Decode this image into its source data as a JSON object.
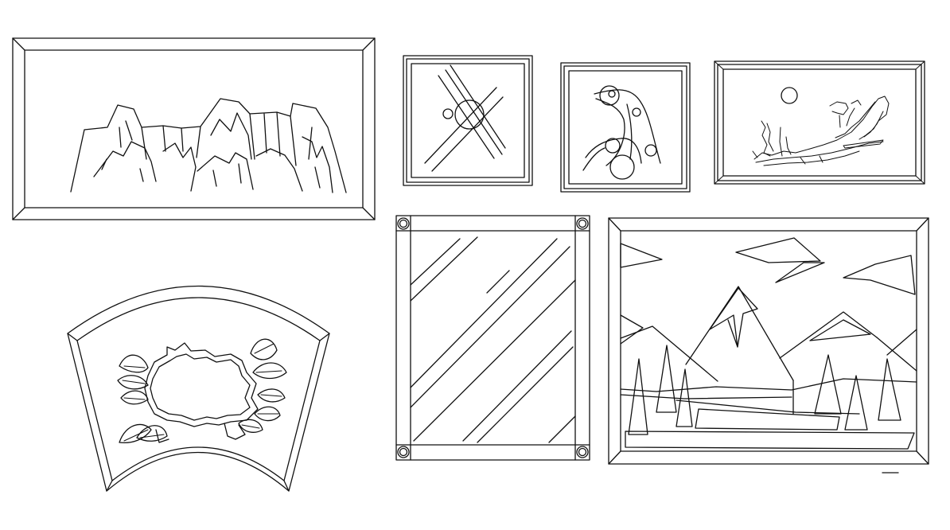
{
  "drawing": {
    "subject": "picture-frames-cad-elevations",
    "line_color": "#111111",
    "background": "#ffffff",
    "frames": [
      {
        "id": "mountain-landscape-frame",
        "artwork": "rocky-mountains"
      },
      {
        "id": "abstract-lines-frame",
        "artwork": "crossing-lines-with-circle"
      },
      {
        "id": "abstract-circles-frame",
        "artwork": "curves-and-circles"
      },
      {
        "id": "sketch-landscape-frame",
        "artwork": "moon-and-cliff-sketch"
      },
      {
        "id": "fan-frame",
        "artwork": "leaf-cartouche"
      },
      {
        "id": "mirror-frame",
        "artwork": "diagonal-glass-reflections"
      },
      {
        "id": "geometric-landscape-frame",
        "artwork": "triangular-mountains-and-trees"
      }
    ]
  }
}
